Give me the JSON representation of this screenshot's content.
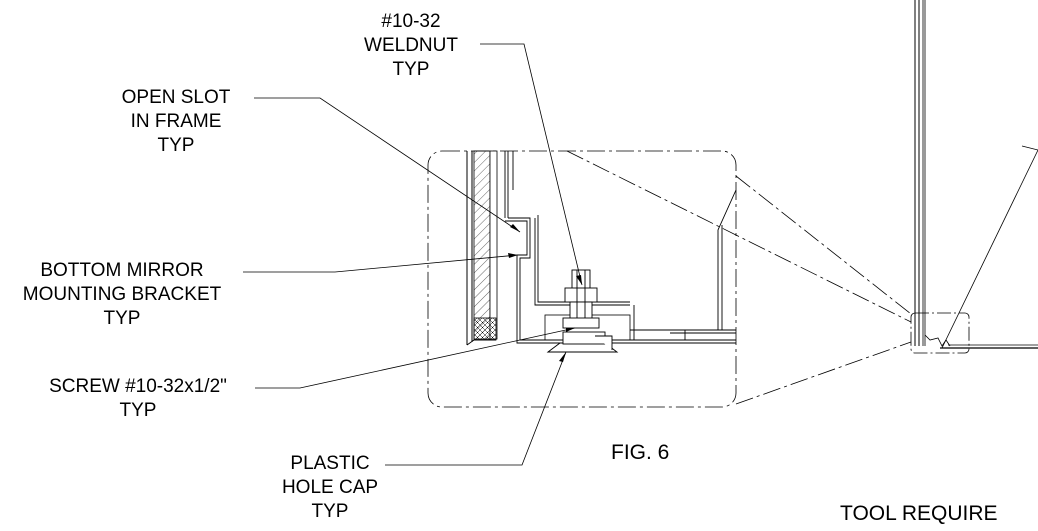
{
  "callouts": {
    "weldnut": {
      "lines": [
        "#10-32",
        "WELDNUT",
        "TYP"
      ]
    },
    "open_slot": {
      "lines": [
        "OPEN SLOT",
        "IN FRAME",
        "TYP"
      ]
    },
    "bracket": {
      "lines": [
        "BOTTOM MIRROR",
        "MOUNTING BRACKET",
        "TYP"
      ]
    },
    "screw": {
      "lines": [
        "SCREW #10-32x1/2\"",
        "TYP"
      ]
    },
    "hole_cap": {
      "lines": [
        "PLASTIC",
        "HOLE CAP",
        "TYP"
      ]
    }
  },
  "figure_label": "FIG. 6",
  "tool_note": "TOOL REQUIRE"
}
